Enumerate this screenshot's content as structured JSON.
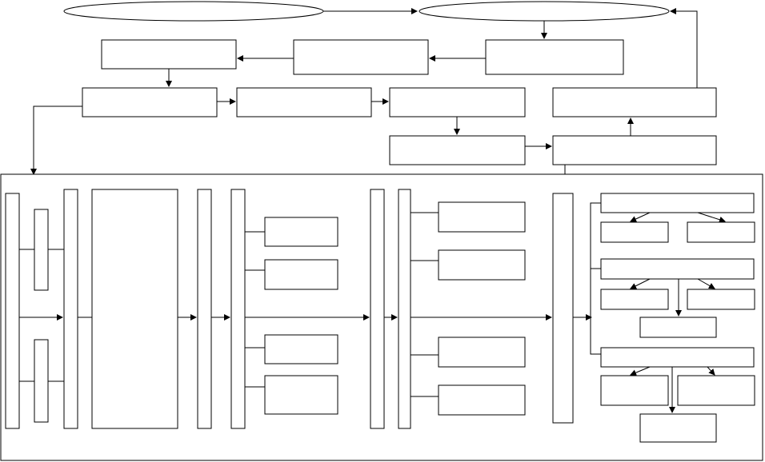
{
  "diagram": {
    "stroke_color": "#000000",
    "background_color": "#ffffff",
    "nodes": [
      {
        "id": "ellipse-start",
        "shape": "ellipse",
        "text": ""
      },
      {
        "id": "ellipse-end",
        "shape": "ellipse",
        "text": ""
      },
      {
        "id": "row2-box-left",
        "shape": "rect",
        "text": ""
      },
      {
        "id": "row2-box-middle",
        "shape": "rect",
        "text": ""
      },
      {
        "id": "row2-box-right",
        "shape": "rect",
        "text": ""
      },
      {
        "id": "row3-box-1",
        "shape": "rect",
        "text": ""
      },
      {
        "id": "row3-box-2",
        "shape": "rect",
        "text": ""
      },
      {
        "id": "row3-box-3",
        "shape": "rect",
        "text": ""
      },
      {
        "id": "row3-box-4",
        "shape": "rect",
        "text": ""
      },
      {
        "id": "row4-box-left",
        "shape": "rect",
        "text": ""
      },
      {
        "id": "row4-box-right",
        "shape": "rect",
        "text": ""
      },
      {
        "id": "container",
        "shape": "rect",
        "text": ""
      }
    ]
  }
}
